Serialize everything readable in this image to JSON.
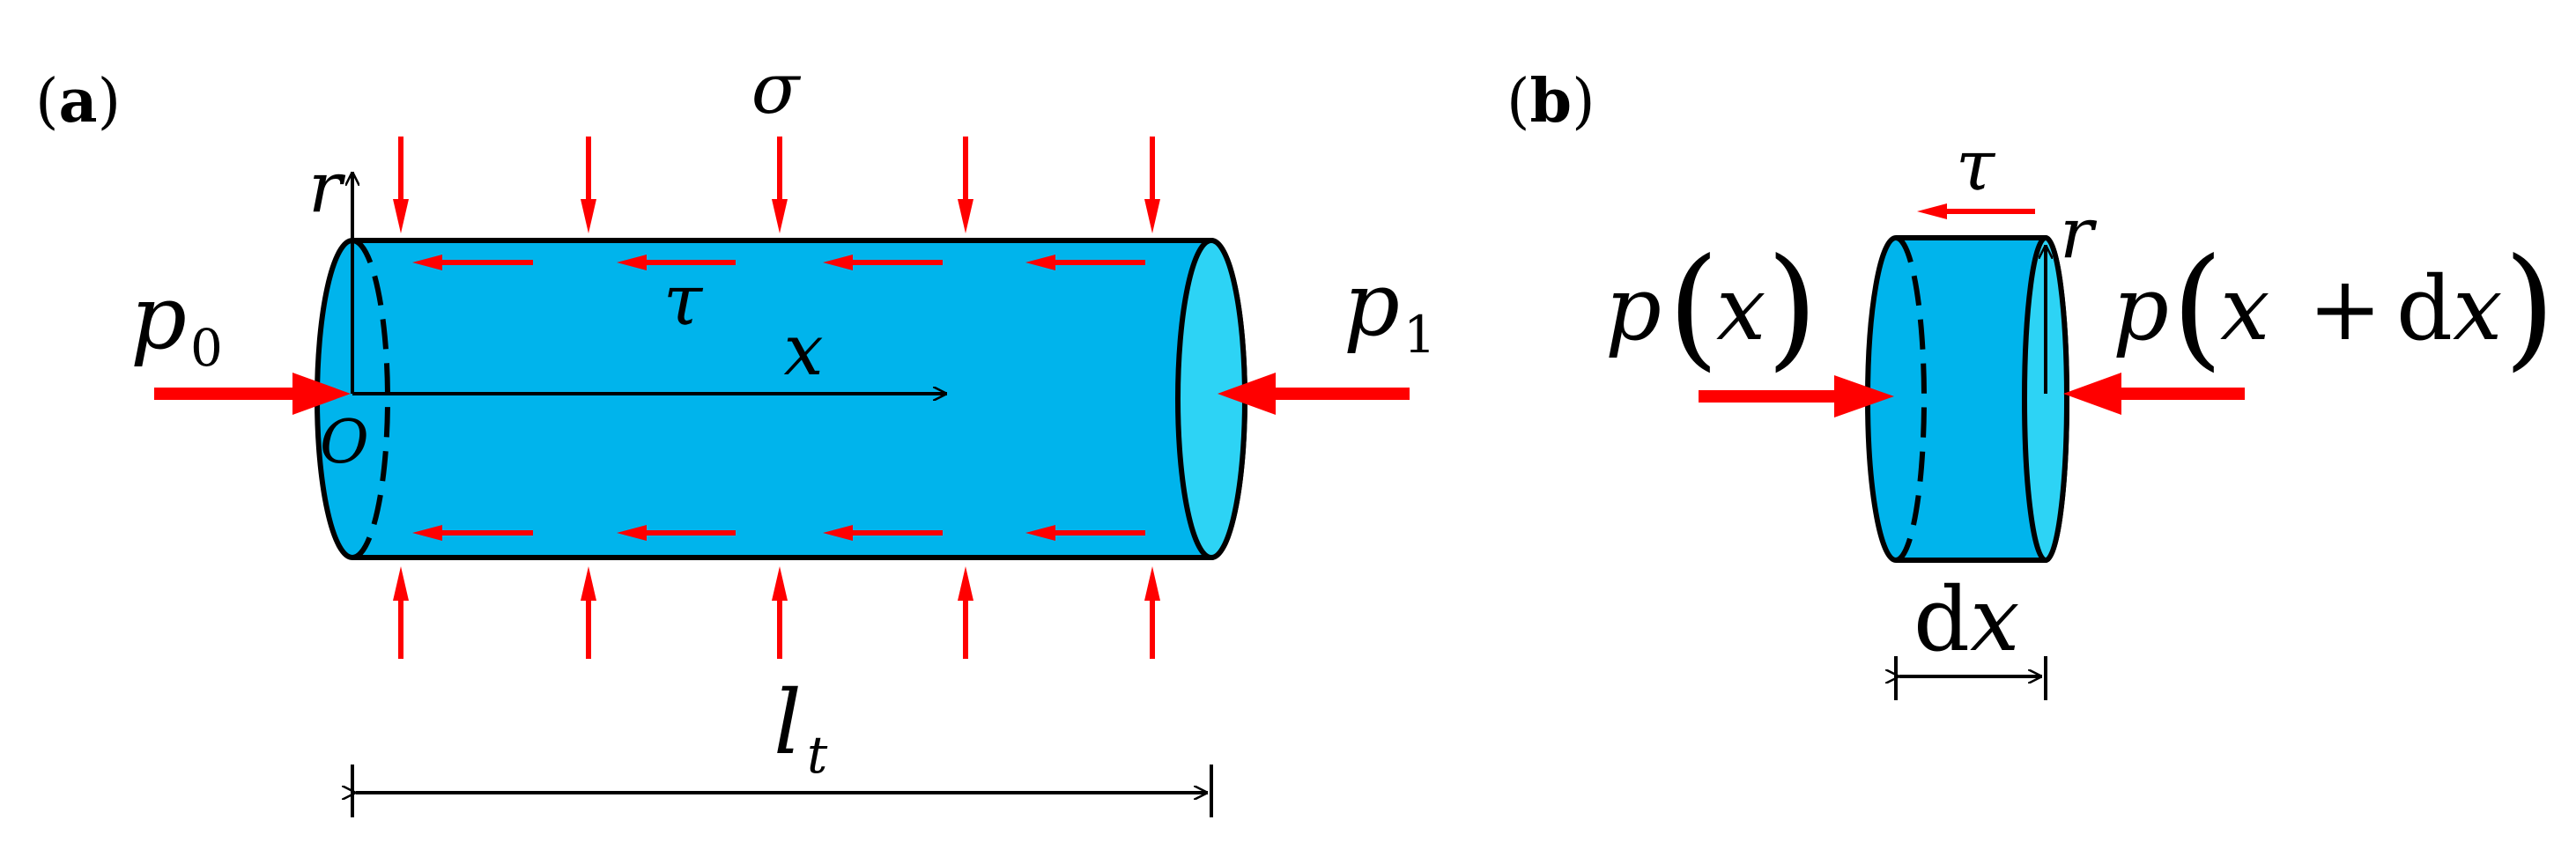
{
  "panels": {
    "a": {
      "label": "a",
      "sigma": "σ",
      "tau": "τ",
      "r": "r",
      "x": "x",
      "origin": "O",
      "p0_base": "p",
      "p0_sub": "0",
      "p1_base": "p",
      "p1_sub": "1",
      "length_base": "l",
      "length_sub": "t"
    },
    "b": {
      "label": "b",
      "tau": "τ",
      "r": "r",
      "p_left_base": "p",
      "p_left_arg": "x",
      "p_right_base": "p",
      "p_right_arg": "x",
      "p_right_plus": "+",
      "p_right_d": "d",
      "p_right_x": "x",
      "dx_d": "d",
      "dx_x": "x"
    }
  },
  "colors": {
    "body_fill": "#00b4ec",
    "end_face_fill": "#2dd3f5",
    "arrow_red": "#ff0000",
    "outline": "#000000"
  }
}
